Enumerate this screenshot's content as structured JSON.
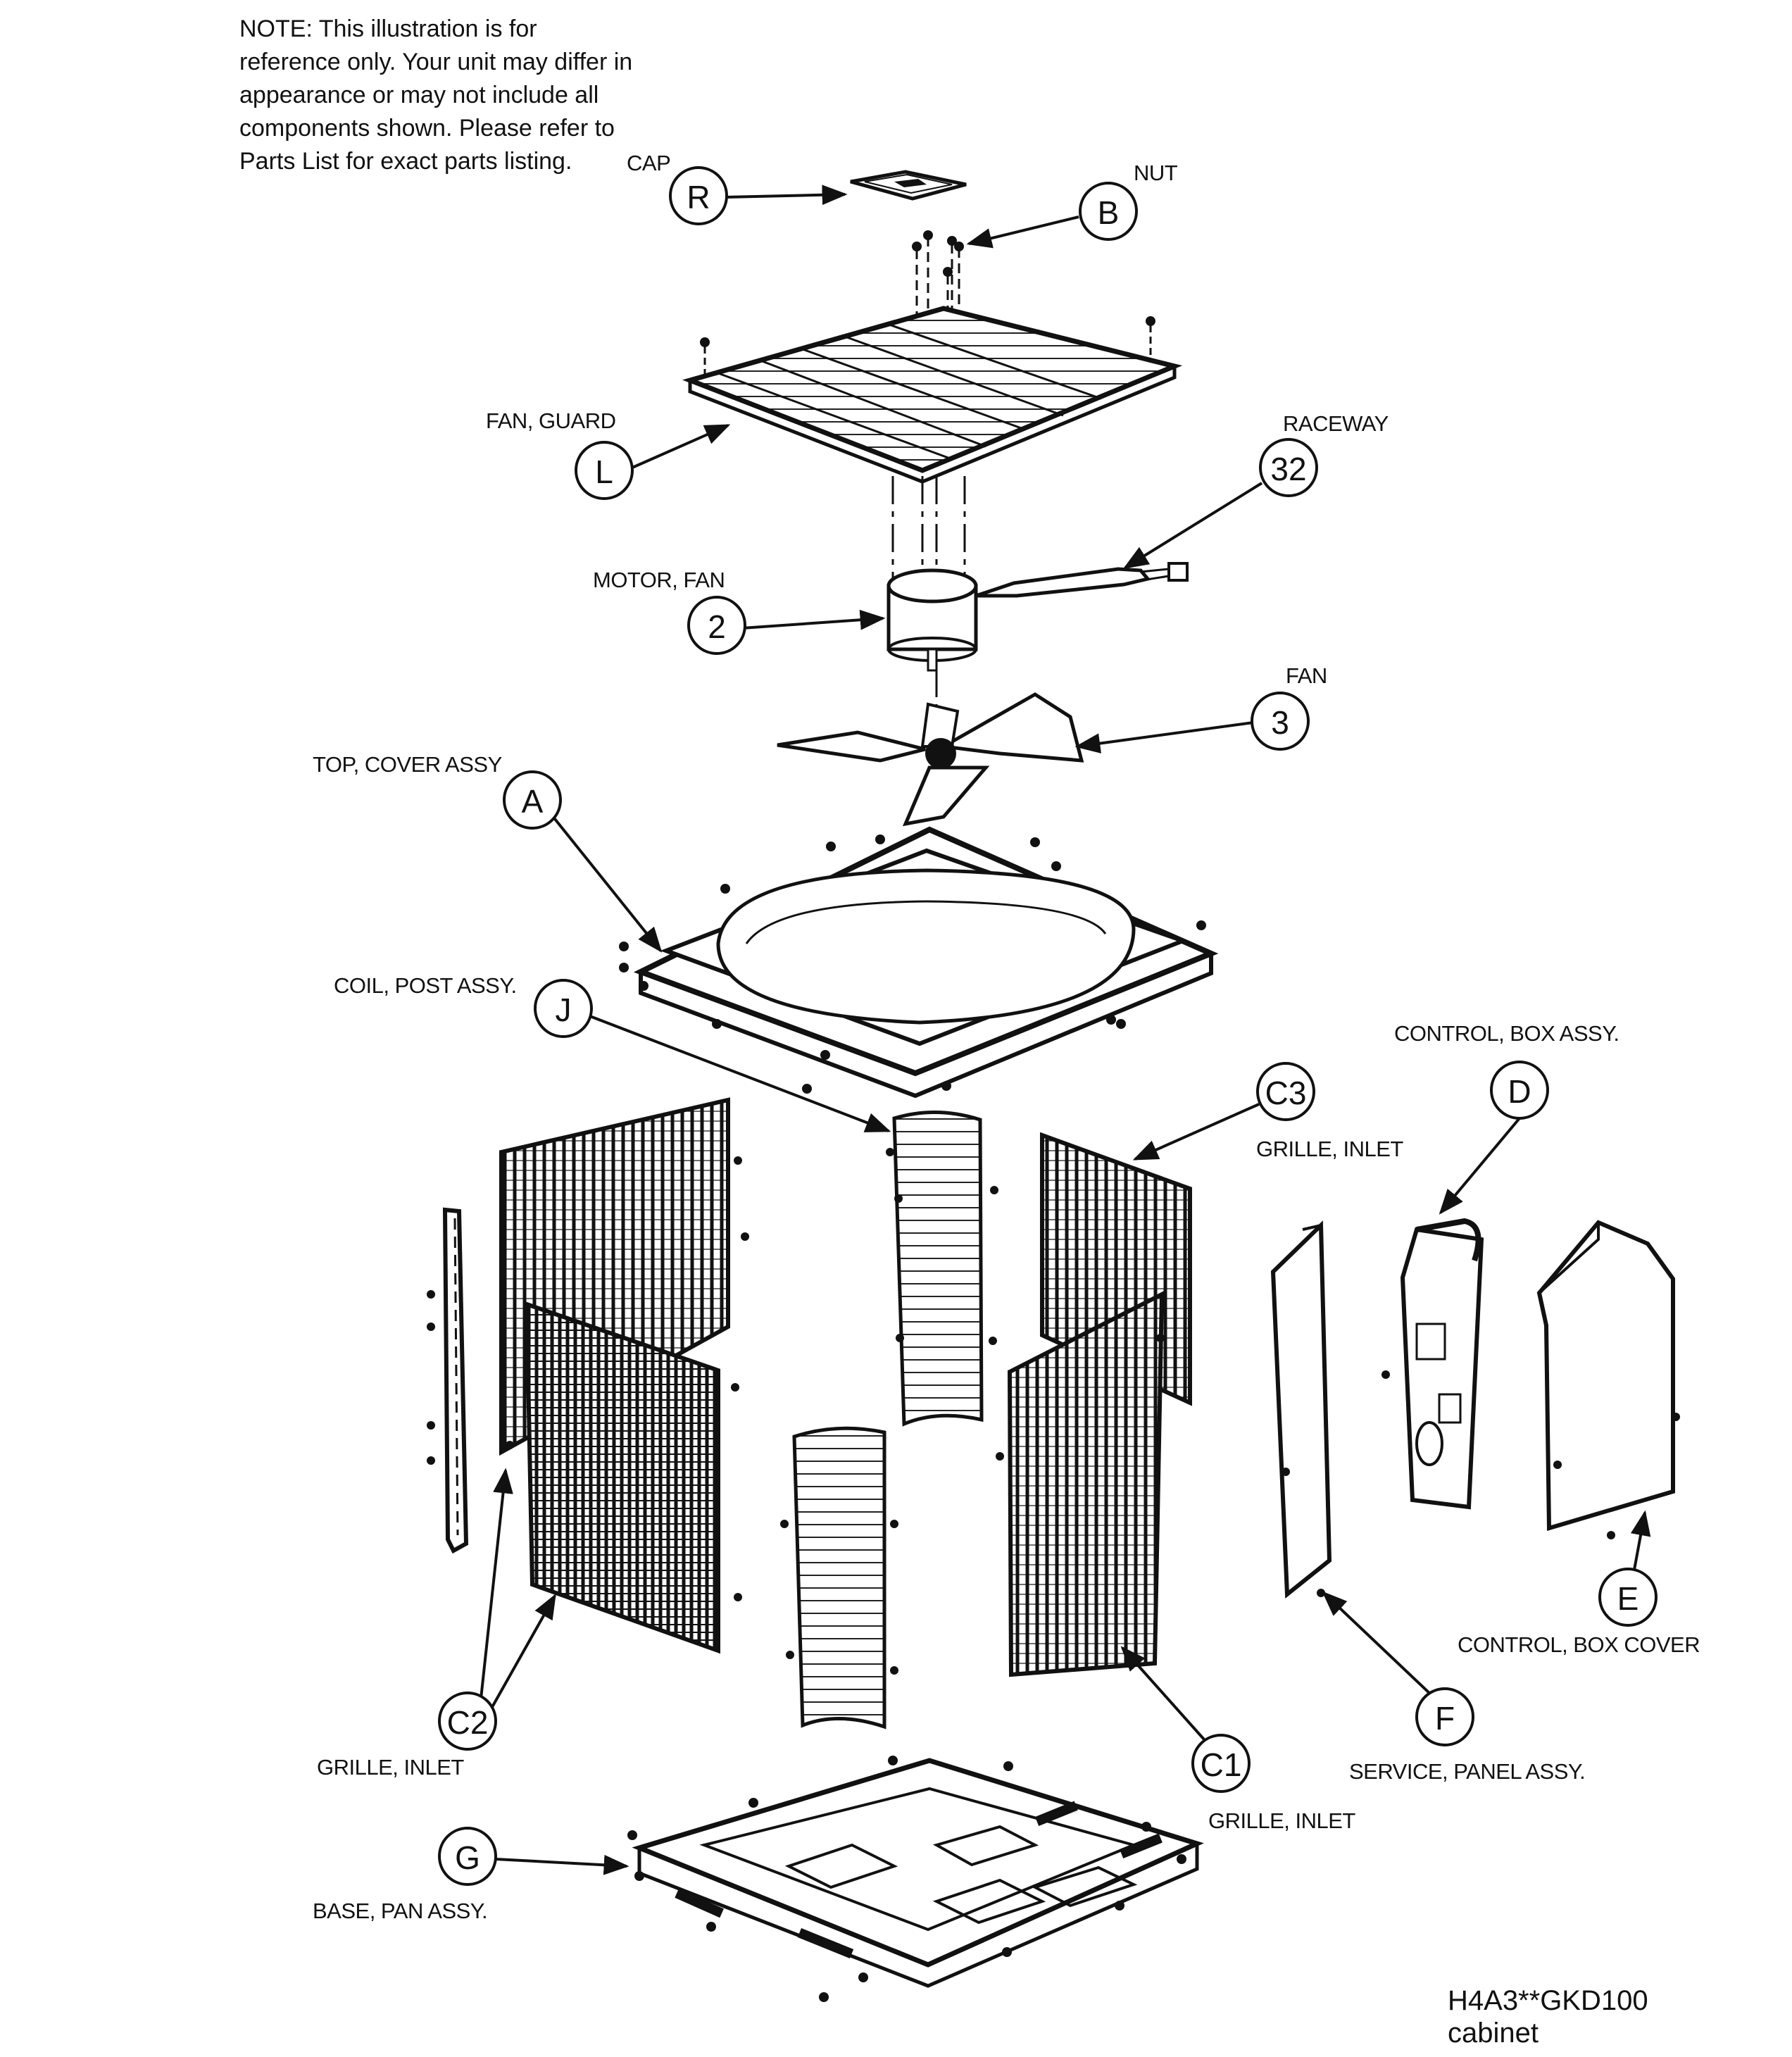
{
  "note": "NOTE: This illustration is for reference only.  Your unit may differ in appearance or may not include all components shown. Please refer to Parts List for exact parts listing.",
  "model": {
    "code": "H4A3**GKD100",
    "section": "cabinet"
  },
  "parts": [
    {
      "id": "R",
      "label": "CAP"
    },
    {
      "id": "B",
      "label": "NUT"
    },
    {
      "id": "L",
      "label": "FAN, GUARD"
    },
    {
      "id": "32",
      "label": "RACEWAY"
    },
    {
      "id": "2",
      "label": "MOTOR, FAN"
    },
    {
      "id": "3",
      "label": "FAN"
    },
    {
      "id": "A",
      "label": "TOP, COVER ASSY"
    },
    {
      "id": "J",
      "label": "COIL, POST ASSY."
    },
    {
      "id": "D",
      "label": "CONTROL, BOX ASSY."
    },
    {
      "id": "C3",
      "label": "GRILLE, INLET"
    },
    {
      "id": "E",
      "label": "CONTROL, BOX COVER"
    },
    {
      "id": "F",
      "label": "SERVICE, PANEL ASSY."
    },
    {
      "id": "C2",
      "label": "GRILLE, INLET"
    },
    {
      "id": "C1",
      "label": "GRILLE, INLET"
    },
    {
      "id": "G",
      "label": "BASE, PAN ASSY."
    }
  ]
}
